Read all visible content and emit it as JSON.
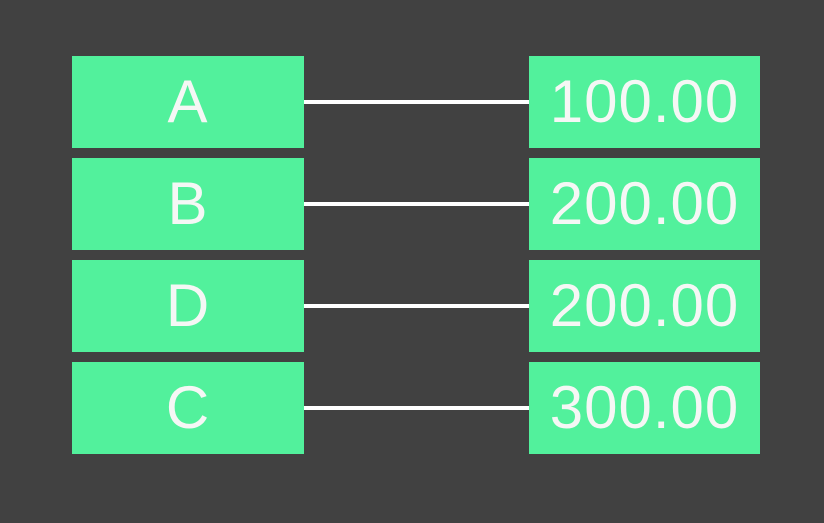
{
  "diagram": {
    "rows": [
      {
        "label": "A",
        "value": "100.00"
      },
      {
        "label": "B",
        "value": "200.00"
      },
      {
        "label": "D",
        "value": "200.00"
      },
      {
        "label": "C",
        "value": "300.00"
      }
    ],
    "colors": {
      "background": "#414141",
      "box": "#52f19c",
      "text": "#f5f7f5",
      "connector": "#ffffff"
    }
  }
}
